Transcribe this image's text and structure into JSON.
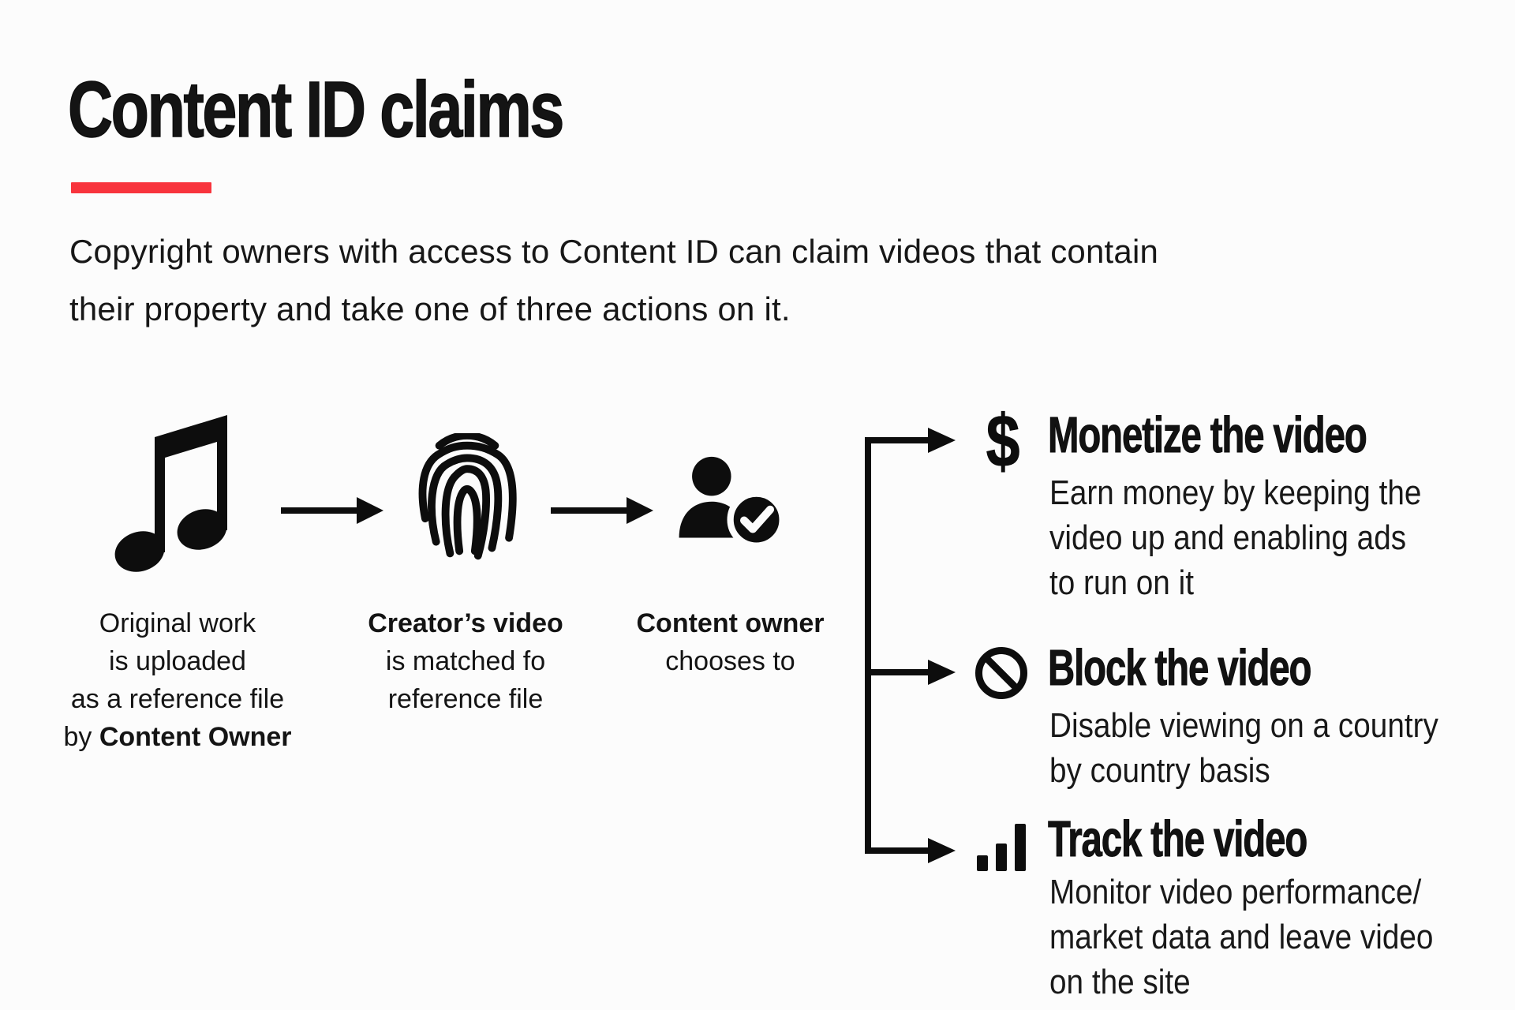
{
  "page": {
    "background_color": "#FCFCFC",
    "ink_color": "#0D0D0D",
    "accent_color": "#F8343D"
  },
  "header": {
    "title": "Content ID claims"
  },
  "intro": {
    "line1": "Copyright owners with access to Content ID can claim videos that contain",
    "line2": "their property and take one of three actions on it."
  },
  "flow": {
    "steps": [
      {
        "icon": "music-note-icon",
        "caption_line1": "Original work",
        "caption_line2": "is uploaded",
        "caption_line3": "as a reference file",
        "caption_line4_prefix": "by ",
        "caption_line4_bold": "Content Owner"
      },
      {
        "icon": "fingerprint-icon",
        "caption_line1_bold": "Creator’s video",
        "caption_line2": "is matched fo",
        "caption_line3": "reference file"
      },
      {
        "icon": "person-check-icon",
        "caption_line1_bold": "Content owner",
        "caption_line2": "chooses to"
      }
    ]
  },
  "actions": [
    {
      "icon": "dollar-icon",
      "dollar_glyph": "$",
      "title": "Monetize the video",
      "desc_line1": "Earn money by keeping the",
      "desc_line2": "video up and enabling ads",
      "desc_line3": "to run on it"
    },
    {
      "icon": "block-icon",
      "title": "Block the video",
      "desc_line1": "Disable viewing on a country",
      "desc_line2": "by country basis"
    },
    {
      "icon": "bar-chart-icon",
      "title": "Track the video",
      "desc_line1": "Monitor video performance/",
      "desc_line2": "market data and leave video",
      "desc_line3": "on the site"
    }
  ]
}
